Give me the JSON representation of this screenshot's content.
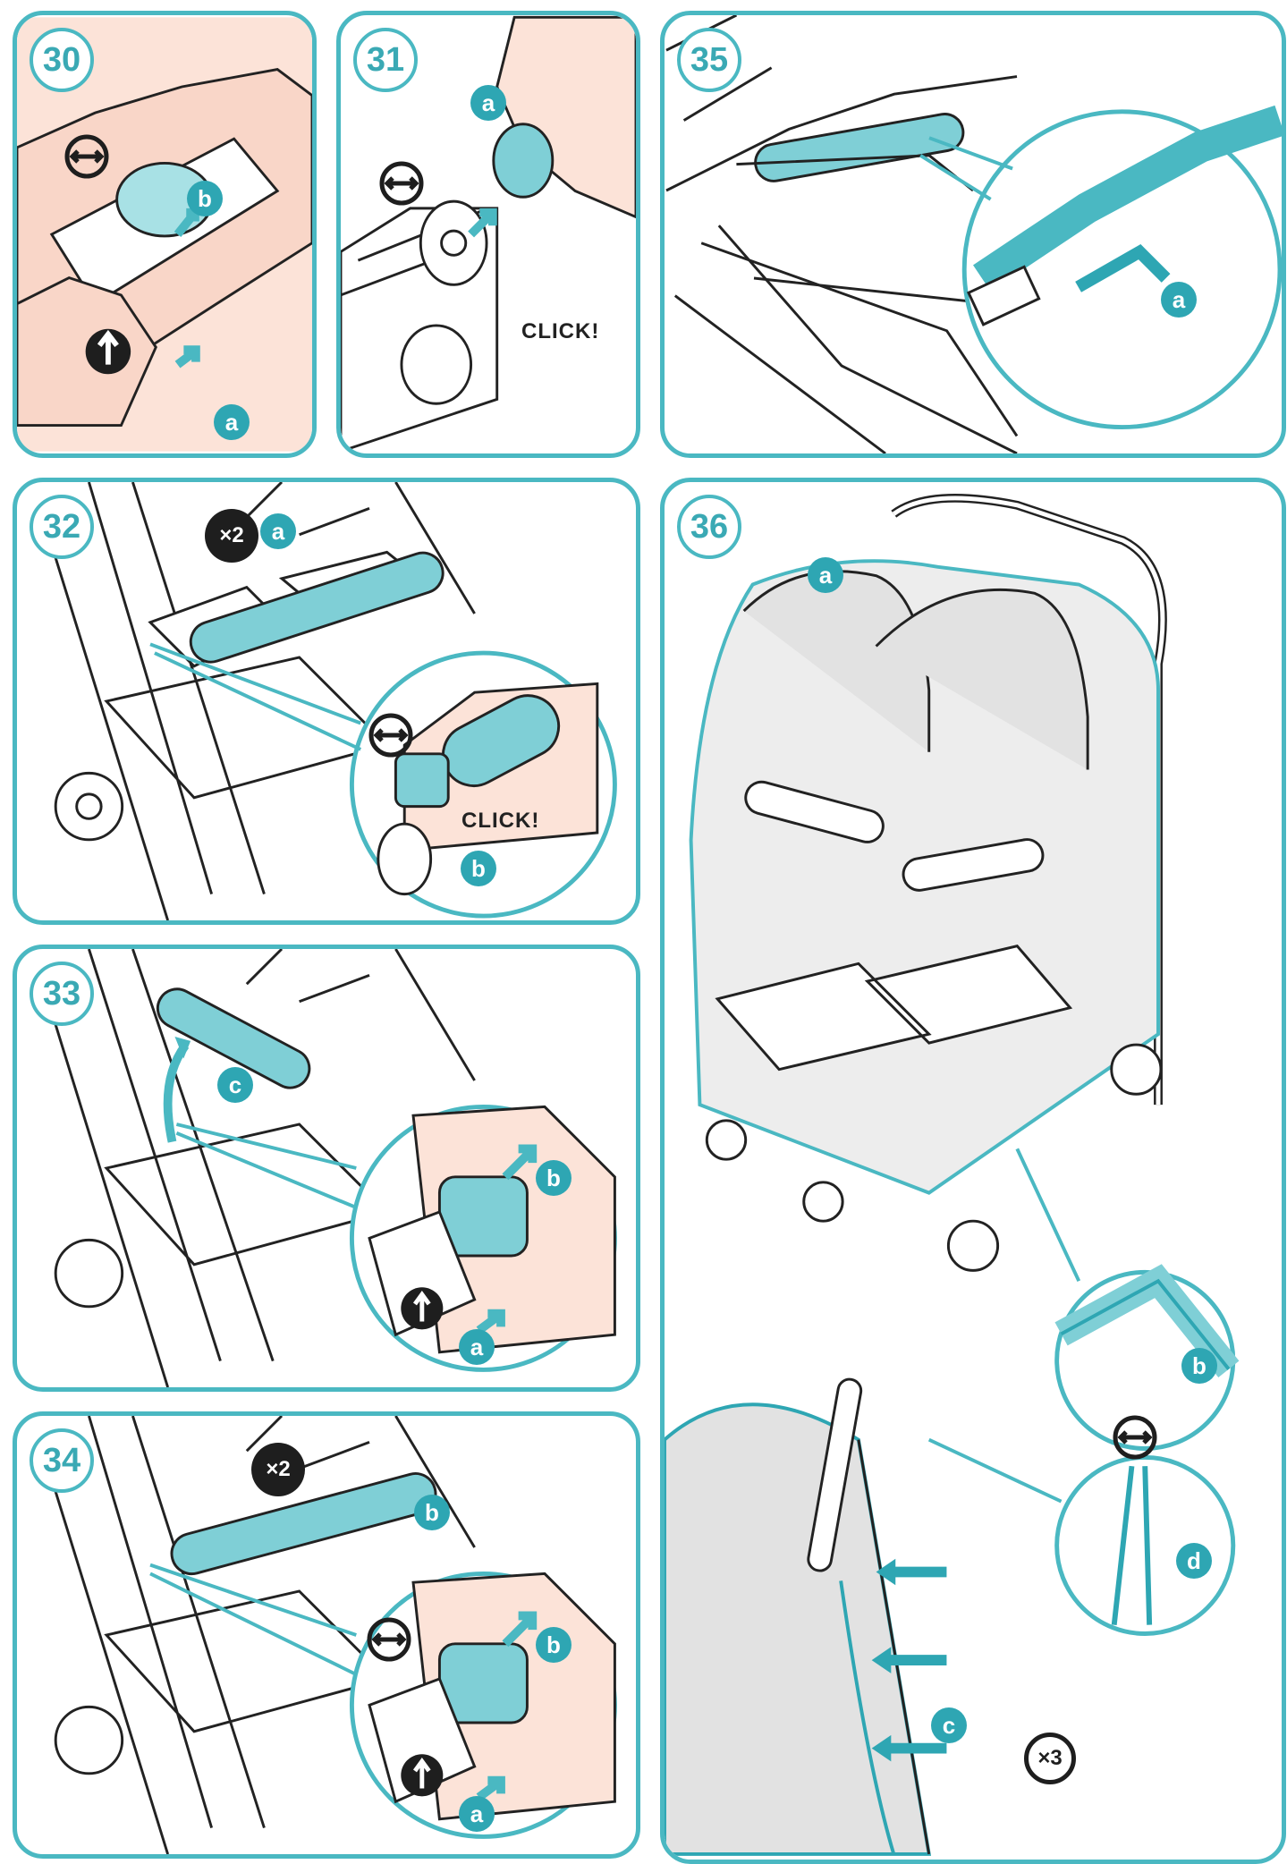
{
  "steps": {
    "s30": {
      "number": "30",
      "labels": {
        "a": "a",
        "b": "b"
      }
    },
    "s31": {
      "number": "31",
      "labels": {
        "a": "a"
      },
      "sound": "CLICK!"
    },
    "s35": {
      "number": "35",
      "labels": {
        "a": "a"
      }
    },
    "s32": {
      "number": "32",
      "labels": {
        "a": "a",
        "b": "b"
      },
      "sound": "CLICK!",
      "repeat": "×2"
    },
    "s36": {
      "number": "36",
      "labels": {
        "a": "a",
        "b": "b",
        "c": "c",
        "d": "d"
      },
      "repeat": "×3"
    },
    "s33": {
      "number": "33",
      "labels": {
        "a": "a",
        "b": "b",
        "c": "c"
      }
    },
    "s34": {
      "number": "34",
      "labels": {
        "a": "a",
        "b": "b",
        "b2": "b"
      },
      "repeat": "×2"
    }
  },
  "colors": {
    "accent": "#4ab8c2",
    "accent_fill": "#7fcfd6",
    "skin": "#f9ddd1",
    "ink": "#222222"
  },
  "icons": [
    "rotate-both-icon",
    "push-arrow-icon",
    "press-button-icon",
    "repeat-icon"
  ]
}
